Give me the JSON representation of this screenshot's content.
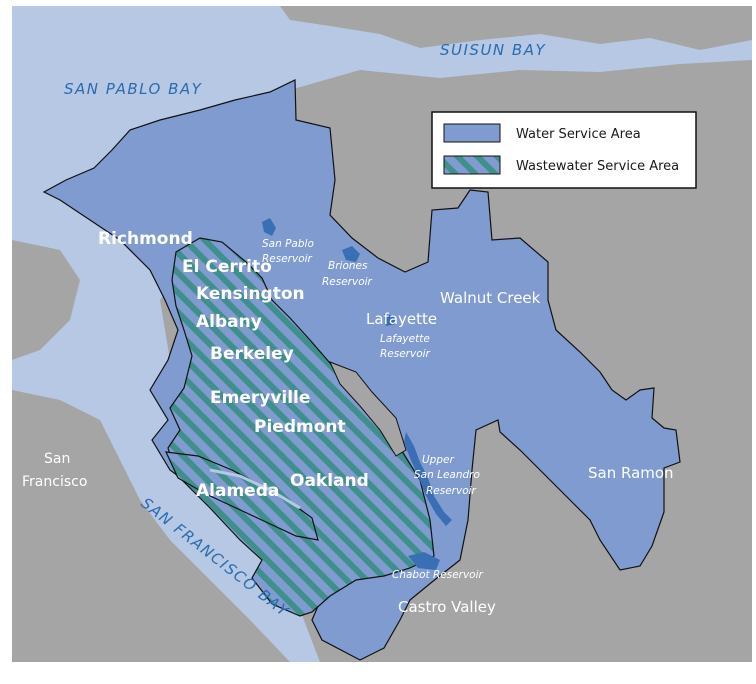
{
  "water_bodies": {
    "suisun_bay": "SUISUN BAY",
    "san_pablo_bay": "SAN PABLO BAY",
    "san_francisco_bay": "SAN FRANCISCO BAY"
  },
  "legend": {
    "water_service": "Water Service Area",
    "wastewater_service": "Wastewater Service Area"
  },
  "cities": {
    "richmond": "Richmond",
    "el_cerrito": "El Cerrito",
    "kensington": "Kensington",
    "albany": "Albany",
    "berkeley": "Berkeley",
    "emeryville": "Emeryville",
    "piedmont": "Piedmont",
    "oakland": "Oakland",
    "alameda": "Alameda",
    "lafayette": "Lafayette",
    "walnut_creek": "Walnut Creek",
    "san_ramon": "San Ramon",
    "castro_valley": "Castro Valley",
    "sf_line1": "San",
    "sf_line2": "Francisco"
  },
  "reservoirs": {
    "san_pablo_1": "San Pablo",
    "san_pablo_2": "Reservoir",
    "briones_1": "Briones",
    "briones_2": "Reservoir",
    "lafayette_1": "Lafayette",
    "lafayette_2": "Reservoir",
    "upper_sl_1": "Upper",
    "upper_sl_2": "San Leandro",
    "upper_sl_3": "Reservoir",
    "chabot": "Chabot Reservoir"
  },
  "colors": {
    "water": "#b6c8e3",
    "land": "#a5a5a5",
    "service_area": "#7f9bd0",
    "hatch_teal": "#3f8f8c",
    "reservoir": "#3a6fb5"
  }
}
